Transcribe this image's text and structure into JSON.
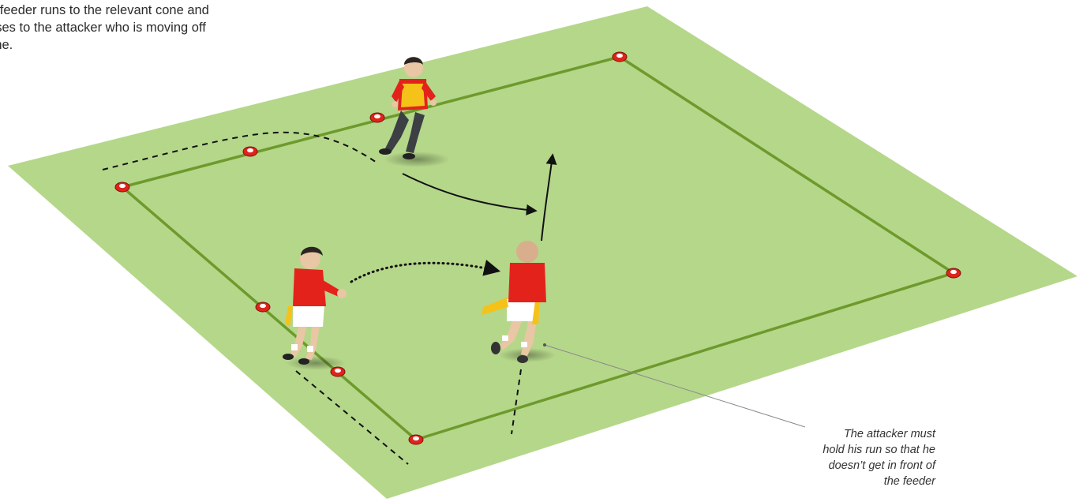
{
  "caption": {
    "lines": [
      "e feeder runs to the relevant cone and",
      "sses to the attacker who is moving off",
      " line."
    ]
  },
  "annotation": {
    "lines": [
      "The attacker must",
      "hold his run so that he",
      "doesn’t get in front of",
      "the feeder"
    ]
  },
  "colors": {
    "pitch": "#b5d78a",
    "boundary_line": "#6e9a2c",
    "cone": "#e0231b",
    "shirt": "#e3231b",
    "bib": "#f5c21a",
    "shorts": "#ffffff",
    "skin": "#e9c6a4"
  },
  "figures": [
    {
      "role": "feeder",
      "icon": "player-icon",
      "shirt": "red",
      "bib": "yellow"
    },
    {
      "role": "passer",
      "icon": "player-icon",
      "shirt": "red",
      "tag": "yellow"
    },
    {
      "role": "attacker",
      "icon": "player-icon",
      "shirt": "red",
      "tag": "yellow"
    }
  ],
  "cones": {
    "count": 8,
    "icon": "cone-icon"
  },
  "paths": [
    {
      "style": "dashed",
      "meaning": "feeder run"
    },
    {
      "style": "solid-arrow",
      "meaning": "run"
    },
    {
      "style": "dotted-arrow",
      "meaning": "pass"
    },
    {
      "style": "dashed",
      "meaning": "attacker line"
    }
  ]
}
